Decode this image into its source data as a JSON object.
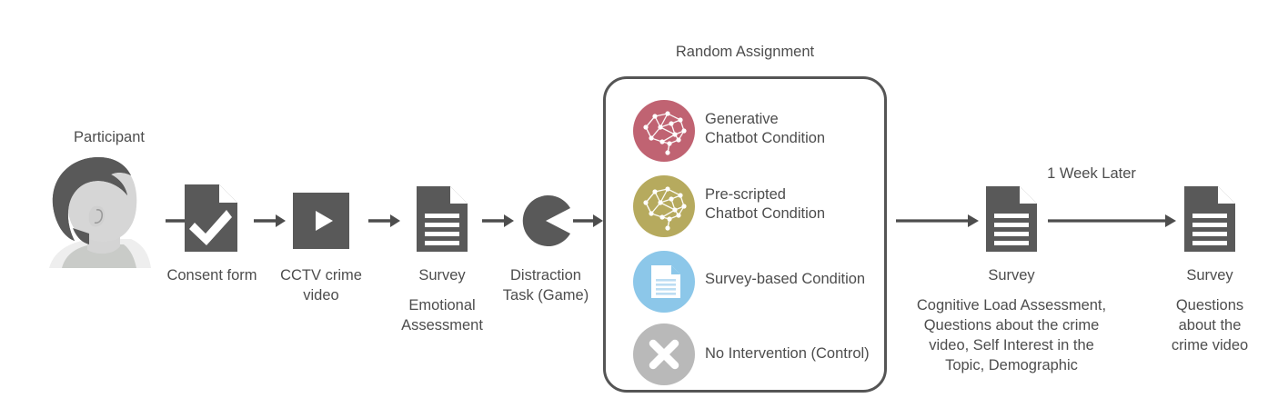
{
  "figure": {
    "type": "study-procedure-flowchart",
    "background_color": "#ffffff",
    "text_color": "#4d4d4d",
    "icon_gray": "#595959"
  },
  "participant": {
    "label": "Participant",
    "icon": "participant-head-icon",
    "hair_color": "#595959",
    "skin_color": "#d0d0d0"
  },
  "steps": [
    {
      "id": "consent",
      "icon": "document-check-icon",
      "label": "Consent form",
      "sublabel": ""
    },
    {
      "id": "video",
      "icon": "video-play-icon",
      "label": "CCTV crime\nvideo",
      "sublabel": ""
    },
    {
      "id": "survey1",
      "icon": "document-lines-icon",
      "label": "Survey",
      "sublabel": "Emotional\nAssessment"
    },
    {
      "id": "distraction",
      "icon": "pacman-game-icon",
      "label": "Distraction\nTask (Game)",
      "sublabel": ""
    }
  ],
  "random_assignment": {
    "title": "Random Assignment",
    "conditions": [
      {
        "id": "generative-chatbot",
        "icon": "brain-network-icon",
        "color": "#c06372",
        "label": "Generative\nChatbot Condition"
      },
      {
        "id": "pre-scripted-chatbot",
        "icon": "brain-network-icon",
        "color": "#b6aa5e",
        "label": "Pre-scripted\nChatbot Condition"
      },
      {
        "id": "survey-based",
        "icon": "document-lines-icon",
        "color": "#8cc7e9",
        "label": "Survey-based Condition"
      },
      {
        "id": "no-intervention",
        "icon": "x-cross-icon",
        "color": "#b9b9b9",
        "label": "No Intervention (Control)"
      }
    ]
  },
  "post_steps": [
    {
      "id": "survey2",
      "icon": "document-lines-icon",
      "label": "Survey",
      "sublabel": "Cognitive Load Assessment,\nQuestions about the crime\nvideo, Self Interest in the\nTopic, Demographic"
    },
    {
      "id": "survey3",
      "icon": "document-lines-icon",
      "label": "Survey",
      "sublabel": "Questions\nabout the\ncrime video"
    }
  ],
  "timeline": {
    "week_later_label": "1 Week Later"
  }
}
